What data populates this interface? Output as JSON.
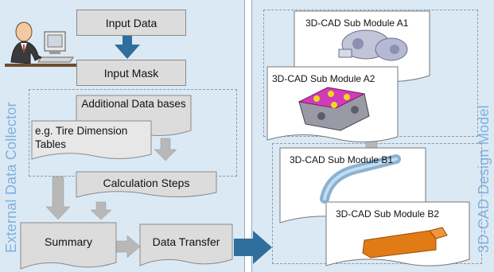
{
  "left": {
    "side_label": "External Data Collector",
    "input_data": "Input Data",
    "input_mask": "Input Mask",
    "additional_databases": "Additional Data bases",
    "tire_tables": "e.g. Tire Dimension Tables",
    "calculation_steps": "Calculation Steps",
    "summary": "Summary",
    "data_transfer": "Data Transfer"
  },
  "right": {
    "side_label": "3D-CAD Design Model",
    "module_a1": "3D-CAD Sub Module A1",
    "module_a2": "3D-CAD Sub Module A2",
    "module_b1": "3D-CAD Sub Module B1",
    "module_b2": "3D-CAD Sub Module B2"
  },
  "colors": {
    "panel_bg": "#dbe9f5",
    "box_fill": "#dcdcdc",
    "arrow_blue": "#2f6e9d",
    "arrow_gray": "#b8b8b8",
    "label_blue": "#7db1dd",
    "pipe_blue": "#8ab2d2",
    "part_orange": "#e07b16"
  },
  "icons": {
    "person": "person-at-computer-icon"
  }
}
